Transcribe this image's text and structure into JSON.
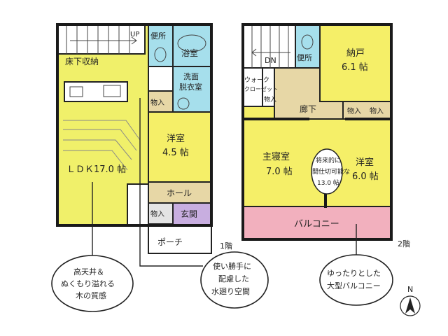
{
  "colors": {
    "ldk": "#f0f06a",
    "room": "#f5ef68",
    "hall": "#e7d7a6",
    "bath": "#a6dfec",
    "entrance": "#c8aee0",
    "balcony": "#f2b0be",
    "storage": "#e4e4e4",
    "white": "#ffffff"
  },
  "floor1": {
    "floor_label": "1階",
    "rooms": {
      "ldk": "ＬＤＫ17.0 帖",
      "underfloor": "床下収納",
      "toilet": "便所",
      "bath": "浴室",
      "washroom_l1": "洗面",
      "washroom_l2": "脱衣室",
      "storage_in": "物入",
      "western": "洋室",
      "western_size": "4.5 帖",
      "hall": "ホール",
      "storage_entry": "物入",
      "entrance": "玄関",
      "porch": "ポーチ"
    },
    "stair_mark": "UP"
  },
  "floor2": {
    "floor_label": "2階",
    "rooms": {
      "storeroom": "納戸",
      "storeroom_size": "6.1 帖",
      "toilet": "便所",
      "walkin": "ウォーク\nクローゼット",
      "walkin_l1": "ウォーク",
      "walkin_l2": "クローゼット",
      "closet": "物入",
      "corridor": "廊下",
      "storage_right_a": "物入",
      "storage_right_b": "物入",
      "master": "主寝室",
      "master_size": "7.0 帖",
      "western": "洋室",
      "western_size": "6.0 帖",
      "future_l1": "将来的に",
      "future_l2": "間仕切可能な",
      "future_l3": "13.0 帖",
      "balcony": "バルコニー"
    },
    "stair_mark": "DN"
  },
  "callouts": {
    "left": [
      "高天井＆",
      "ぬくもり溢れる",
      "木の質感"
    ],
    "middle": [
      "使い勝手に",
      "配慮した",
      "水廻り空間"
    ],
    "right": [
      "ゆったりとした",
      "大型バルコニー"
    ]
  },
  "compass": "N"
}
